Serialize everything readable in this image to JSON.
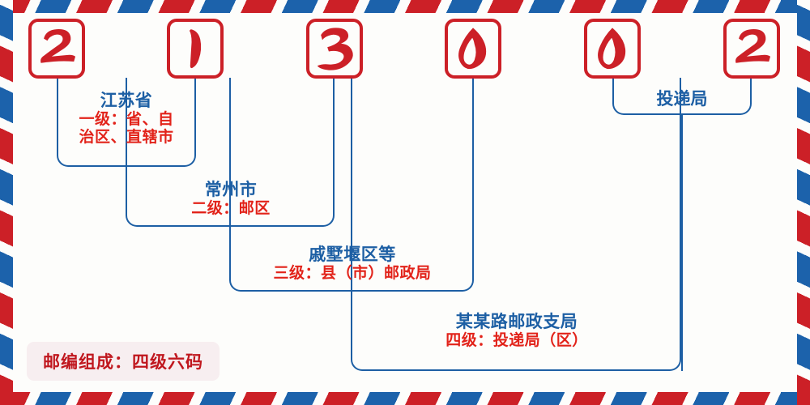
{
  "postcode": {
    "digits": [
      "2",
      "1",
      "3",
      "0",
      "0",
      "2"
    ]
  },
  "levels": [
    {
      "key": "level1",
      "name": "江苏省",
      "desc_line1": "一级：省、自",
      "desc_line2": "治区、直辖市"
    },
    {
      "key": "level2",
      "name": "常州市",
      "desc_line1": "二级：邮区",
      "desc_line2": ""
    },
    {
      "key": "level3",
      "name": "戚墅堰区等",
      "desc_line1": "三级：县（市）邮政局",
      "desc_line2": ""
    },
    {
      "key": "level4",
      "name": "某某路邮政支局",
      "desc_line1": "四级：投递局（区）",
      "desc_line2": ""
    }
  ],
  "delivery_office": {
    "name": "投递局"
  },
  "footer": {
    "badge_text": "邮编组成：四级六码"
  },
  "colors": {
    "red": "#cc2027",
    "blue": "#1d5fa4",
    "desc_red": "#e2231a",
    "badge_bg": "#f7eef0",
    "badge_text": "#c0171e",
    "paper": "#fdfdfb"
  }
}
